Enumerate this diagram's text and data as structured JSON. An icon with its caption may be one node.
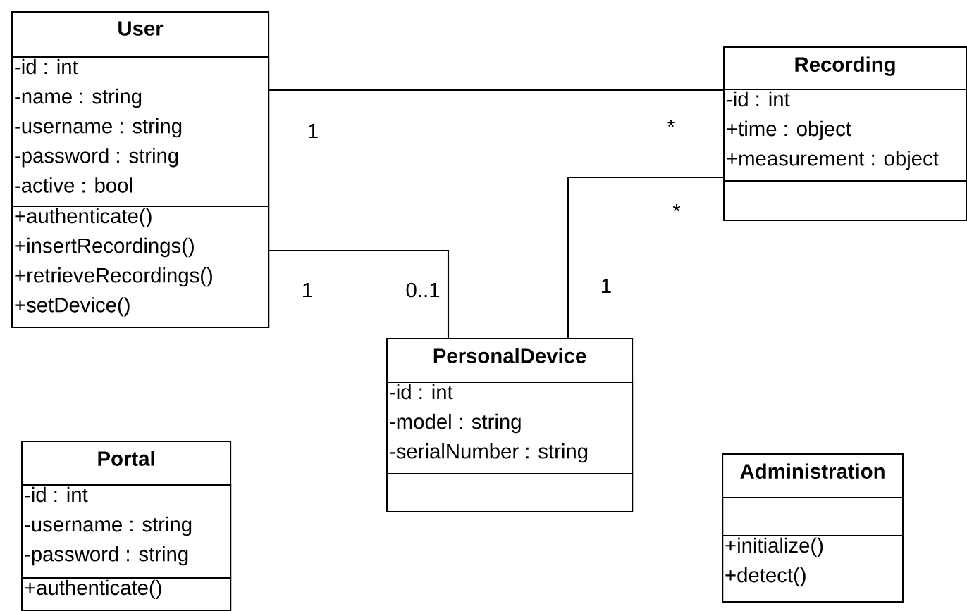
{
  "diagram": {
    "nodes": [
      {
        "text": [
          "User"
        ]
      },
      {
        "text": [
          "-id : int",
          "-name : string",
          "-username : string",
          "-password : string",
          "-active : bool"
        ],
        "in": 0
      },
      {
        "text": [
          "+authenticate()",
          "+insertRecordings()",
          "+retrieveRecordings()",
          "+setDevice()"
        ],
        "in": 0
      },
      {
        "text": [
          "Recording"
        ]
      },
      {
        "text": [
          "-id : int",
          "+time : object",
          "+measurement : object"
        ],
        "in": 3
      },
      {
        "text": [],
        "shape": "box",
        "in": 3
      },
      {
        "text": [
          "PersonalDevice"
        ]
      },
      {
        "text": [
          "-id : int",
          "-model : string",
          "-serialNumber : string"
        ],
        "in": 6
      },
      {
        "text": [],
        "shape": "box",
        "in": 6
      },
      {
        "text": [
          "Portal"
        ]
      },
      {
        "text": [
          "-id : int",
          "-username : string",
          "-password : string"
        ],
        "in": 9
      },
      {
        "text": [
          "+authenticate()"
        ],
        "in": 9
      },
      {
        "text": [
          "Administration"
        ]
      },
      {
        "text": [],
        "shape": "box",
        "in": 12
      },
      {
        "text": [
          "+initialize()",
          "+detect()"
        ],
        "in": 12
      }
    ],
    "edges": [
      {
        "from": 0,
        "to": 3,
        "arrow": "none"
      },
      {
        "from": 0,
        "to": 6,
        "arrow": "none"
      },
      {
        "from": 6,
        "to": 3,
        "arrow": "none"
      }
    ],
    "labels": [
      "1",
      "*",
      "1",
      "0..1",
      "*",
      "1"
    ]
  }
}
